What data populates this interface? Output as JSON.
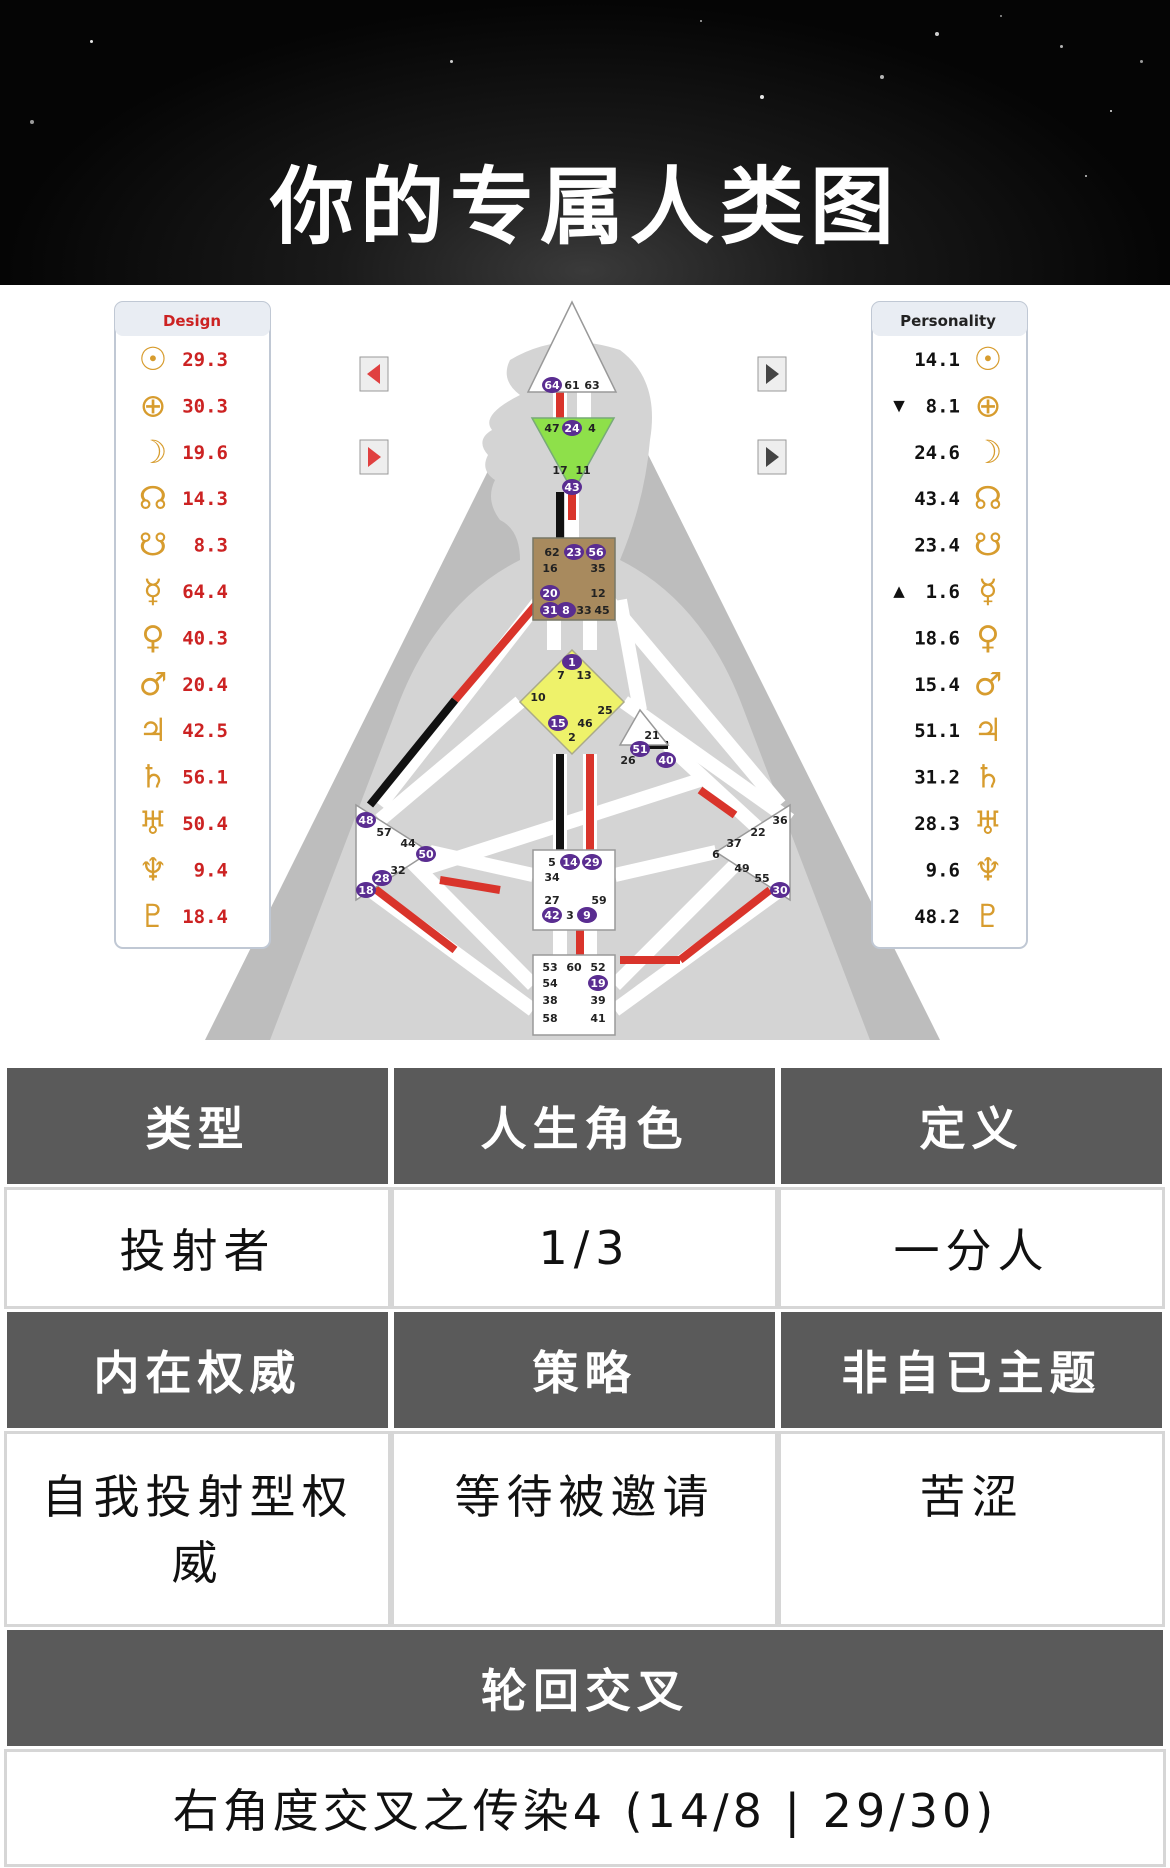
{
  "page": {
    "title": "你的专属人类图"
  },
  "chart": {
    "design_label": "Design",
    "personality_label": "Personality",
    "design_rows": [
      {
        "symbol": "☉",
        "value": "29.3",
        "marker": ""
      },
      {
        "symbol": "⊕",
        "value": "30.3",
        "marker": ""
      },
      {
        "symbol": "☽",
        "value": "19.6",
        "marker": ""
      },
      {
        "symbol": "☊",
        "value": "14.3",
        "marker": ""
      },
      {
        "symbol": "☋",
        "value": "8.3",
        "marker": ""
      },
      {
        "symbol": "☿",
        "value": "64.4",
        "marker": ""
      },
      {
        "symbol": "♀",
        "value": "40.3",
        "marker": ""
      },
      {
        "symbol": "♂",
        "value": "20.4",
        "marker": ""
      },
      {
        "symbol": "♃",
        "value": "42.5",
        "marker": ""
      },
      {
        "symbol": "♄",
        "value": "56.1",
        "marker": ""
      },
      {
        "symbol": "♅",
        "value": "50.4",
        "marker": ""
      },
      {
        "symbol": "♆",
        "value": "9.4",
        "marker": ""
      },
      {
        "symbol": "♇",
        "value": "18.4",
        "marker": ""
      }
    ],
    "personality_rows": [
      {
        "symbol": "☉",
        "value": "14.1",
        "marker": ""
      },
      {
        "symbol": "⊕",
        "value": "8.1",
        "marker": "▼"
      },
      {
        "symbol": "☽",
        "value": "24.6",
        "marker": ""
      },
      {
        "symbol": "☊",
        "value": "43.4",
        "marker": ""
      },
      {
        "symbol": "☋",
        "value": "23.4",
        "marker": ""
      },
      {
        "symbol": "☿",
        "value": "1.6",
        "marker": "▲"
      },
      {
        "symbol": "♀",
        "value": "18.6",
        "marker": ""
      },
      {
        "symbol": "♂",
        "value": "15.4",
        "marker": ""
      },
      {
        "symbol": "♃",
        "value": "51.1",
        "marker": ""
      },
      {
        "symbol": "♄",
        "value": "31.2",
        "marker": ""
      },
      {
        "symbol": "♅",
        "value": "28.3",
        "marker": ""
      },
      {
        "symbol": "♆",
        "value": "9.6",
        "marker": ""
      },
      {
        "symbol": "♇",
        "value": "48.2",
        "marker": ""
      }
    ],
    "gates": [
      {
        "n": "64",
        "hi": true
      },
      {
        "n": "61",
        "hi": false
      },
      {
        "n": "63",
        "hi": false
      },
      {
        "n": "47",
        "hi": false
      },
      {
        "n": "24",
        "hi": true
      },
      {
        "n": "4",
        "hi": false
      },
      {
        "n": "17",
        "hi": false
      },
      {
        "n": "11",
        "hi": false
      },
      {
        "n": "43",
        "hi": true
      },
      {
        "n": "62",
        "hi": false
      },
      {
        "n": "23",
        "hi": true
      },
      {
        "n": "56",
        "hi": true
      },
      {
        "n": "16",
        "hi": false
      },
      {
        "n": "35",
        "hi": false
      },
      {
        "n": "20",
        "hi": true
      },
      {
        "n": "12",
        "hi": false
      },
      {
        "n": "31",
        "hi": true
      },
      {
        "n": "8",
        "hi": true
      },
      {
        "n": "33",
        "hi": false
      },
      {
        "n": "45",
        "hi": false
      },
      {
        "n": "1",
        "hi": true
      },
      {
        "n": "7",
        "hi": false
      },
      {
        "n": "13",
        "hi": false
      },
      {
        "n": "10",
        "hi": false
      },
      {
        "n": "25",
        "hi": false
      },
      {
        "n": "15",
        "hi": true
      },
      {
        "n": "46",
        "hi": false
      },
      {
        "n": "2",
        "hi": false
      },
      {
        "n": "21",
        "hi": false
      },
      {
        "n": "51",
        "hi": true
      },
      {
        "n": "26",
        "hi": false
      },
      {
        "n": "40",
        "hi": true
      },
      {
        "n": "48",
        "hi": true
      },
      {
        "n": "57",
        "hi": false
      },
      {
        "n": "44",
        "hi": false
      },
      {
        "n": "50",
        "hi": true
      },
      {
        "n": "32",
        "hi": false
      },
      {
        "n": "28",
        "hi": true
      },
      {
        "n": "18",
        "hi": true
      },
      {
        "n": "36",
        "hi": false
      },
      {
        "n": "22",
        "hi": false
      },
      {
        "n": "37",
        "hi": false
      },
      {
        "n": "6",
        "hi": false
      },
      {
        "n": "49",
        "hi": false
      },
      {
        "n": "55",
        "hi": false
      },
      {
        "n": "30",
        "hi": true
      },
      {
        "n": "5",
        "hi": false
      },
      {
        "n": "14",
        "hi": true
      },
      {
        "n": "29",
        "hi": true
      },
      {
        "n": "34",
        "hi": false
      },
      {
        "n": "27",
        "hi": false
      },
      {
        "n": "59",
        "hi": false
      },
      {
        "n": "42",
        "hi": true
      },
      {
        "n": "3",
        "hi": false
      },
      {
        "n": "9",
        "hi": true
      },
      {
        "n": "53",
        "hi": false
      },
      {
        "n": "60",
        "hi": false
      },
      {
        "n": "52",
        "hi": false
      },
      {
        "n": "54",
        "hi": false
      },
      {
        "n": "19",
        "hi": true
      },
      {
        "n": "38",
        "hi": false
      },
      {
        "n": "39",
        "hi": false
      },
      {
        "n": "58",
        "hi": false
      },
      {
        "n": "41",
        "hi": false
      }
    ]
  },
  "table": {
    "type_label": "类型",
    "profile_label": "人生角色",
    "definition_label": "定义",
    "type_value": "投射者",
    "profile_value": "1/3",
    "definition_value": "一分人",
    "authority_label": "内在权威",
    "strategy_label": "策略",
    "notself_label": "非自已主题",
    "authority_value": "自我投射型权威",
    "strategy_value": "等待被邀请",
    "notself_value": "苦涩",
    "cross_label": "轮回交叉",
    "cross_value": "右角度交叉之传染4 (14/8 | 29/30)"
  },
  "colors": {
    "header_cell": "#5a5a5a",
    "gate_highlight": "#5a2d91",
    "channel_red": "#d9342b",
    "channel_black": "#111111",
    "head_center": "#ffffff",
    "ajna_center": "#8ee04a",
    "throat_center": "#a88a5e",
    "g_center": "#eef26a",
    "planet_glyph": "#d79c2e",
    "design_title": "#cc2222"
  }
}
